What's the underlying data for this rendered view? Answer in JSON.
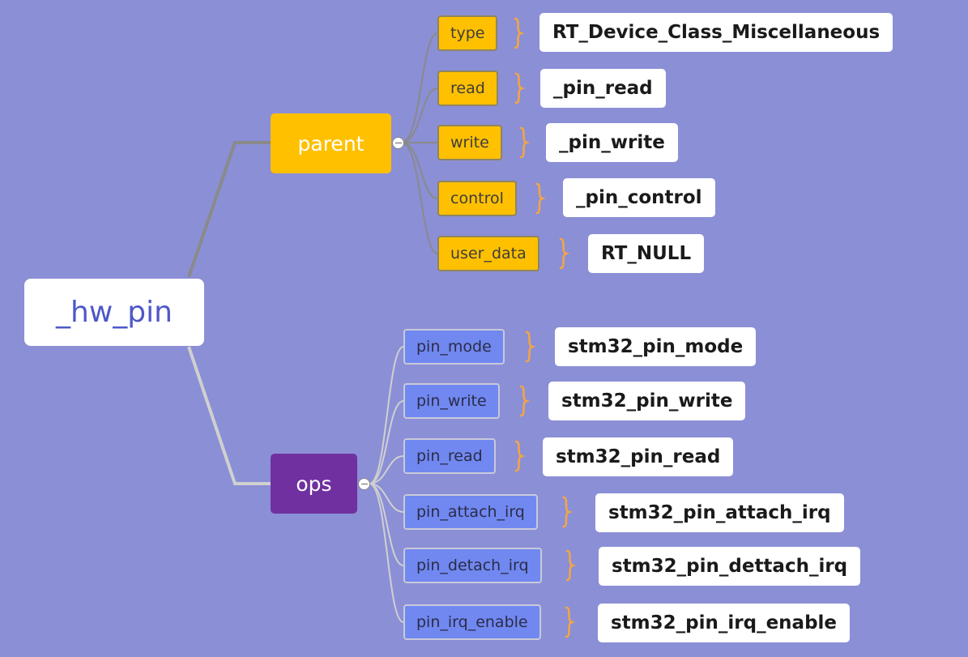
{
  "root": {
    "label": "_hw_pin"
  },
  "branches": [
    {
      "label": "parent",
      "items": [
        {
          "field": "type",
          "value": "RT_Device_Class_Miscellaneous"
        },
        {
          "field": "read",
          "value": "_pin_read"
        },
        {
          "field": "write",
          "value": "_pin_write"
        },
        {
          "field": "control",
          "value": "_pin_control"
        },
        {
          "field": "user_data",
          "value": "RT_NULL"
        }
      ]
    },
    {
      "label": "ops",
      "items": [
        {
          "field": "pin_mode",
          "value": "stm32_pin_mode"
        },
        {
          "field": "pin_write",
          "value": "stm32_pin_write"
        },
        {
          "field": "pin_read",
          "value": "stm32_pin_read"
        },
        {
          "field": "pin_attach_irq",
          "value": "stm32_pin_attach_irq"
        },
        {
          "field": "pin_detach_irq",
          "value": "stm32_pin_dettach_irq"
        },
        {
          "field": "pin_irq_enable",
          "value": "stm32_pin_irq_enable"
        }
      ]
    }
  ],
  "colors": {
    "background": "#8b8fd6",
    "root_text": "#4d58c8",
    "parent_branch": "#ffc000",
    "ops_branch": "#7030a0",
    "ops_leaf": "#7088f0",
    "brace": "#f5a640",
    "connector_parent": "#8a8a8a",
    "connector_ops": "#d0d0d0"
  }
}
